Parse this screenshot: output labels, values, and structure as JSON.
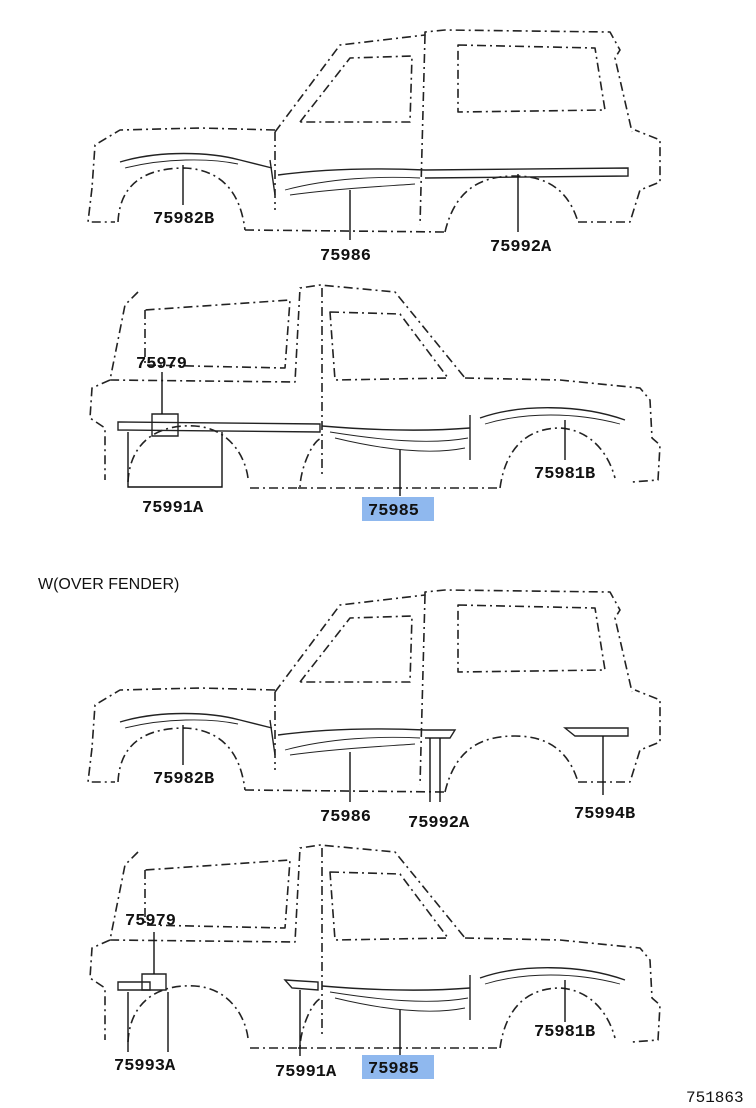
{
  "diagram": {
    "section_label": "W(OVER FENDER)",
    "figure_number": "751863",
    "highlight_color": "#8fb8ee",
    "views": [
      {
        "labels": [
          "75982B",
          "75986",
          "75992A"
        ]
      },
      {
        "labels": [
          "75979",
          "75991A",
          "75985",
          "75981B"
        ],
        "highlighted": "75985"
      },
      {
        "labels": [
          "75982B",
          "75986",
          "75992A",
          "75994B"
        ]
      },
      {
        "labels": [
          "75979",
          "75993A",
          "75991A",
          "75985",
          "75981B"
        ],
        "highlighted": "75985"
      }
    ]
  }
}
